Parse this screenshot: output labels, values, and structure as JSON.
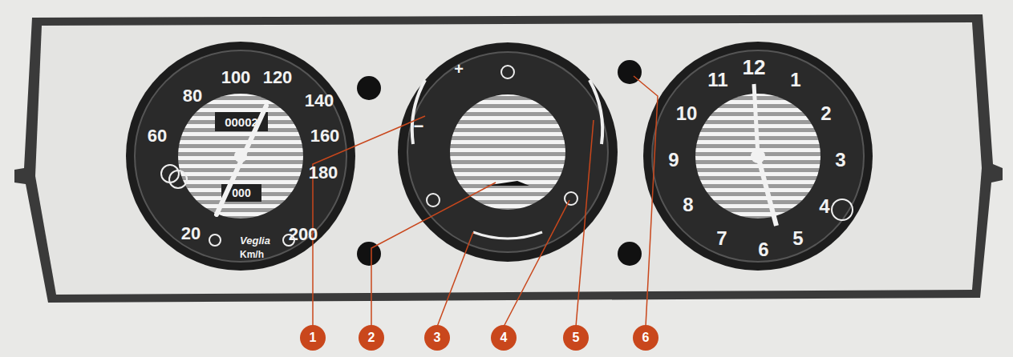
{
  "diagram": {
    "labels": [
      "20",
      "60",
      "80",
      "100",
      "120",
      "140",
      "160",
      "180",
      "200",
      "00002",
      "000",
      "Veglia",
      "Km/h",
      "+",
      "−",
      "12",
      "1",
      "2",
      "3",
      "4",
      "5",
      "6",
      "7",
      "8",
      "9",
      "10",
      "11",
      "1",
      "2",
      "3",
      "4",
      "5",
      "6"
    ]
  }
}
